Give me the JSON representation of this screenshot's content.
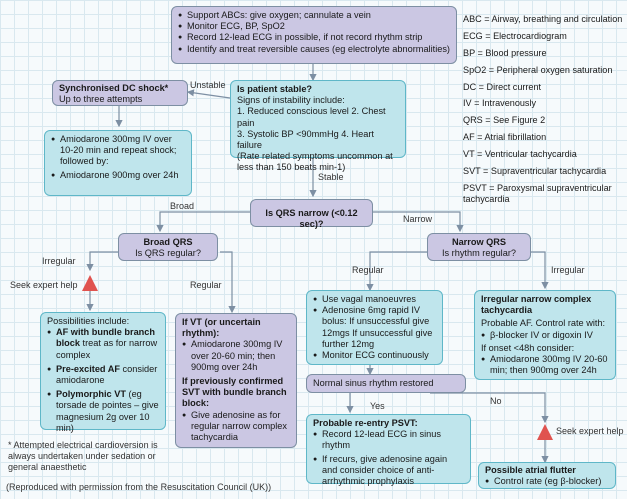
{
  "top_box": {
    "items": [
      "Support ABCs: give oxygen; cannulate a vein",
      "Monitor ECG, BP, SpO2",
      "Record 12-lead ECG in possible, if not record rhythm strip",
      "Identify and treat reversible causes (eg electrolyte abnormalities)"
    ]
  },
  "stable_box": {
    "title": "Is patient stable?",
    "lines": [
      "Signs of instability include:",
      "1. Reduced conscious level  2. Chest pain",
      "3. Systolic BP <90mmHg   4. Heart failure",
      "(Rate related symptoms uncommon at less than 150 beats min-1)"
    ]
  },
  "dc_box": {
    "title": "Synchronised DC shock*",
    "sub": "Up to three attempts"
  },
  "amio_box": {
    "items": [
      "Amiodarone 300mg IV over 10-20 min and repeat shock; followed by:",
      "Amiodarone 900mg over 24h"
    ]
  },
  "qrs_box": {
    "title": "Is QRS narrow (<0.12 sec)?"
  },
  "broad_box": {
    "title": "Broad QRS",
    "sub": "Is QRS regular?"
  },
  "narrow_box": {
    "title": "Narrow QRS",
    "sub": "Is rhythm regular?"
  },
  "possibilities_box": {
    "title": "Possibilities include:",
    "items": [
      {
        "bold": "AF with bundle branch block",
        "rest": " treat as for narrow complex"
      },
      {
        "bold": "Pre-excited AF",
        "rest": " consider amiodarone"
      },
      {
        "bold": "Polymorphic VT",
        "rest": " (eg torsade de pointes – give magnesium 2g over 10 min)"
      }
    ]
  },
  "vt_box": {
    "title": "If VT (or uncertain rhythm):",
    "item1": "Amiodarone 300mg IV over 20-60 min; then 900mg over 24h",
    "title2": "If previously confirmed SVT with bundle branch block:",
    "item2": "Give adenosine as for regular narrow complex tachycardia"
  },
  "vagal_box": {
    "items": [
      "Use vagal manoeuvres",
      "Adenosine 6mg rapid IV bolus: If unsuccessful give 12mgs If unsuccessful give further 12mg",
      "Monitor ECG continuously"
    ]
  },
  "irregular_box": {
    "title": "Irregular narrow complex tachycardia",
    "line1": "Probable AF. Control rate with:",
    "item1": "β-blocker IV or digoxin IV",
    "line2": "If onset <48h consider:",
    "item2": "Amiodarone 300mg IV 20-60 min; then 900mg over 24h"
  },
  "sinus_box": {
    "text": "Normal sinus rhythm restored"
  },
  "psvt_box": {
    "title": "Probable re-entry PSVT:",
    "items": [
      "Record 12-lead ECG in sinus rhythm",
      "If recurs, give adenosine again and consider choice of anti-arrhythmic prophylaxis"
    ]
  },
  "flutter_box": {
    "title": "Possible atrial flutter",
    "item": "Control rate (eg β-blocker)"
  },
  "labels": {
    "unstable": "Unstable",
    "stable": "Stable",
    "broad": "Broad",
    "narrow": "Narrow",
    "irregular_left": "Irregular",
    "regular_left": "Regular",
    "regular_right": "Regular",
    "irregular_right": "Irregular",
    "yes": "Yes",
    "no": "No",
    "expert1": "Seek expert help",
    "expert2": "Seek expert help"
  },
  "legend": [
    "ABC = Airway, breathing and circulation",
    "ECG = Electrocardiogram",
    "BP = Blood pressure",
    "SpO2 = Peripheral oxygen saturation",
    "DC = Direct current",
    "IV = Intravenously",
    "QRS = See Figure 2",
    "AF = Atrial fibrillation",
    "VT = Ventricular tachycardia",
    "SVT = Supraventricular tachycardia",
    "PSVT = Paroxysmal supraventricular tachycardia"
  ],
  "footnote": "* Attempted electrical cardioversion is always undertaken under sedation or general anaesthetic",
  "credit": "(Reproduced with permission from the Resuscitation Council (UK))",
  "colors": {
    "lavender": "#cbc7e3",
    "teal": "#bfe5ec",
    "warning": "#e0534f"
  }
}
